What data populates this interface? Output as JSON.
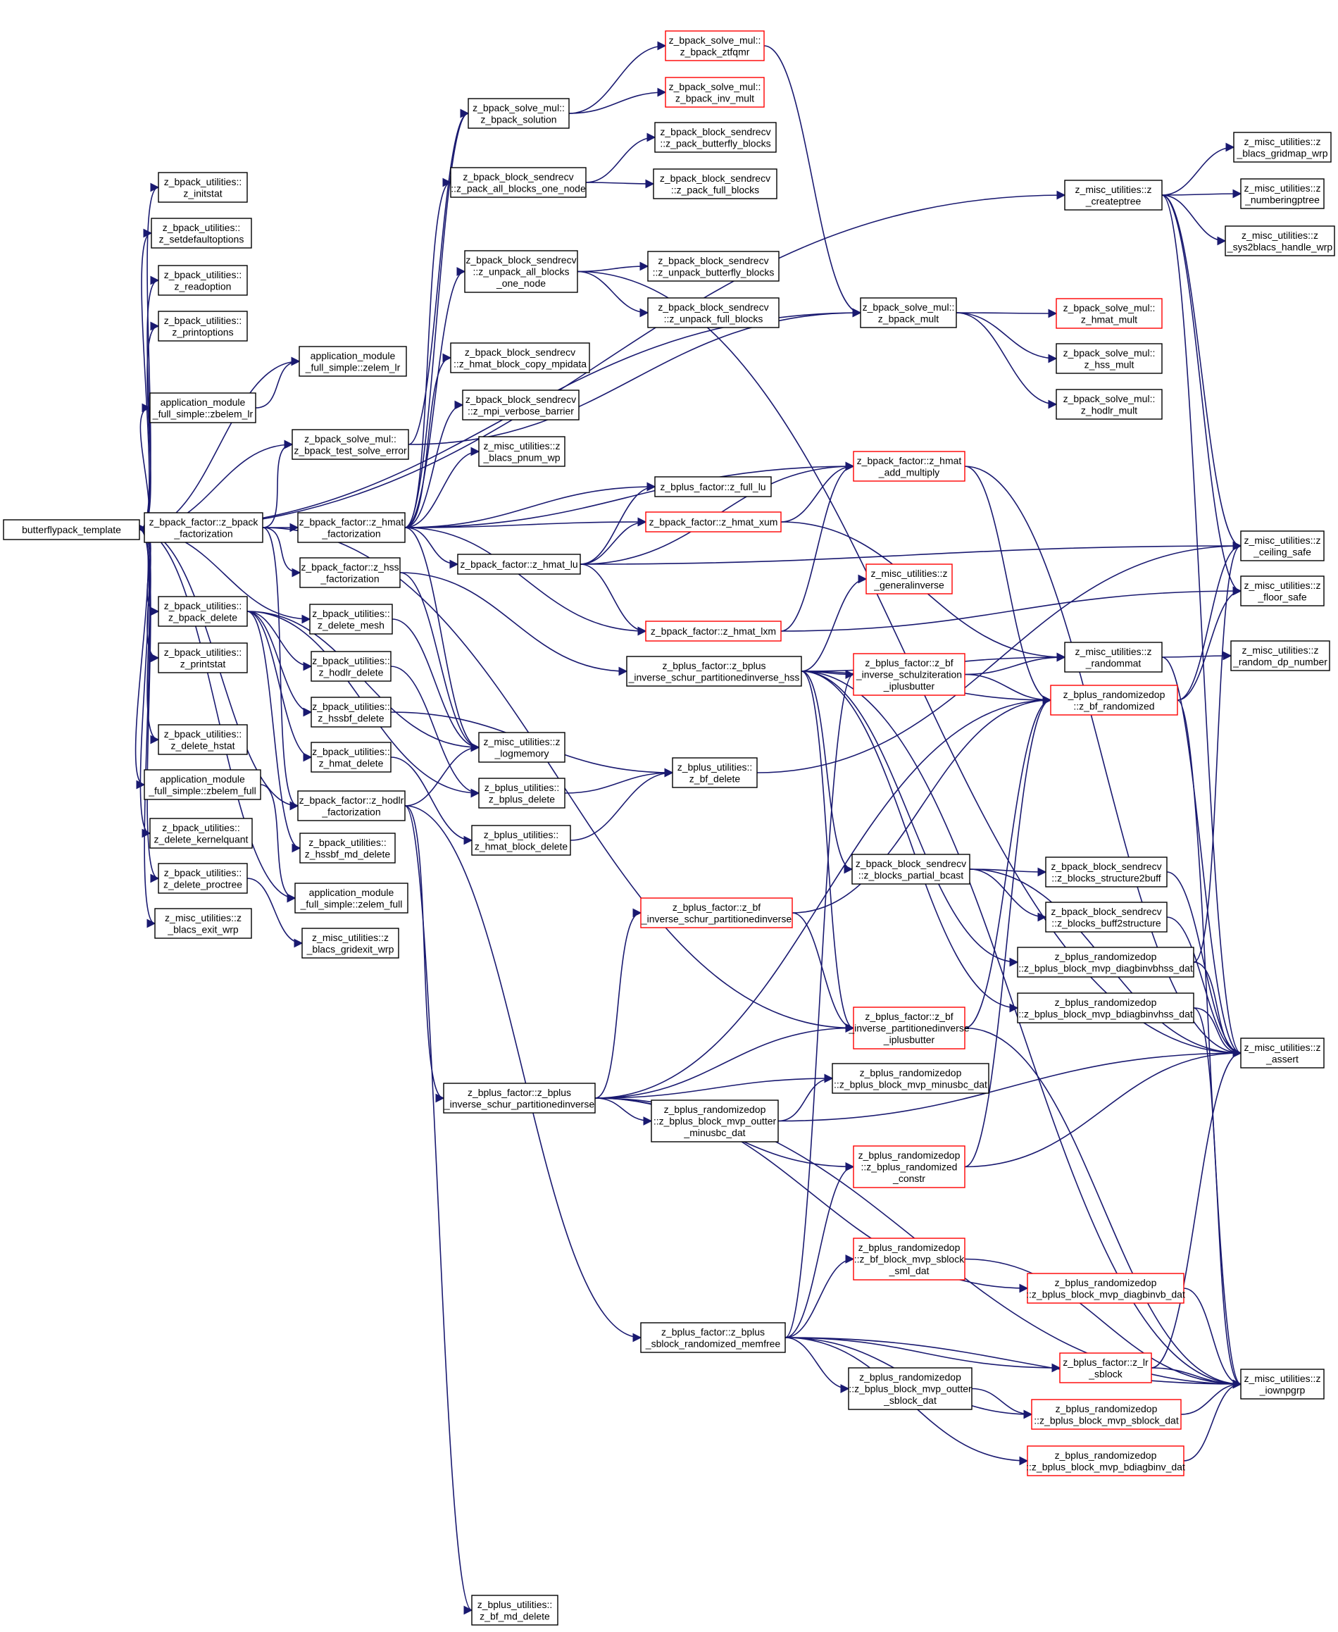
{
  "colors": {
    "edge": "#191970",
    "node_border_normal": "#000000",
    "node_border_truncated": "#ff0000",
    "root_fill": "#bfbfbf"
  },
  "nodes": [
    {
      "id": "root",
      "lines": [
        "butterflypack_template"
      ],
      "style": "root"
    },
    {
      "id": "initstat",
      "lines": [
        "z_bpack_utilities::",
        "z_initstat"
      ],
      "style": "normal"
    },
    {
      "id": "setdef",
      "lines": [
        "z_bpack_utilities::",
        "z_setdefaultoptions"
      ],
      "style": "normal"
    },
    {
      "id": "readopt",
      "lines": [
        "z_bpack_utilities::",
        "z_readoption"
      ],
      "style": "normal"
    },
    {
      "id": "printopt",
      "lines": [
        "z_bpack_utilities::",
        "z_printoptions"
      ],
      "style": "normal"
    },
    {
      "id": "zbelemlr",
      "lines": [
        "application_module",
        "_full_simple::zbelem_lr"
      ],
      "style": "normal"
    },
    {
      "id": "zelemlr",
      "lines": [
        "application_module",
        "_full_simple::zelem_lr"
      ],
      "style": "normal"
    },
    {
      "id": "bpackfact",
      "lines": [
        "z_bpack_factor::z_bpack",
        "_factorization"
      ],
      "style": "normal"
    },
    {
      "id": "bpackdel",
      "lines": [
        "z_bpack_utilities::",
        "z_bpack_delete"
      ],
      "style": "normal"
    },
    {
      "id": "printstat",
      "lines": [
        "z_bpack_utilities::",
        "z_printstat"
      ],
      "style": "normal"
    },
    {
      "id": "delhstat",
      "lines": [
        "z_bpack_utilities::",
        "z_delete_hstat"
      ],
      "style": "normal"
    },
    {
      "id": "zbelemfull",
      "lines": [
        "application_module",
        "_full_simple::zbelem_full"
      ],
      "style": "normal"
    },
    {
      "id": "delkq",
      "lines": [
        "z_bpack_utilities::",
        "z_delete_kernelquant"
      ],
      "style": "normal"
    },
    {
      "id": "delproc",
      "lines": [
        "z_bpack_utilities::",
        "z_delete_proctree"
      ],
      "style": "normal"
    },
    {
      "id": "blacsexit",
      "lines": [
        "z_misc_utilities::z",
        "_blacs_exit_wrp"
      ],
      "style": "normal"
    },
    {
      "id": "zelemfull",
      "lines": [
        "application_module",
        "_full_simple::zelem_full"
      ],
      "style": "normal"
    },
    {
      "id": "gridexit",
      "lines": [
        "z_misc_utilities::z",
        "_blacs_gridexit_wrp"
      ],
      "style": "normal"
    },
    {
      "id": "testsolve",
      "lines": [
        "z_bpack_solve_mul::",
        "z_bpack_test_solve_error"
      ],
      "style": "normal"
    },
    {
      "id": "hmatfact",
      "lines": [
        "z_bpack_factor::z_hmat",
        "_factorization"
      ],
      "style": "normal"
    },
    {
      "id": "hssfact",
      "lines": [
        "z_bpack_factor::z_hss",
        "_factorization"
      ],
      "style": "normal"
    },
    {
      "id": "delmesh",
      "lines": [
        "z_bpack_utilities::",
        "z_delete_mesh"
      ],
      "style": "normal"
    },
    {
      "id": "hodlrdel",
      "lines": [
        "z_bpack_utilities::",
        "z_hodlr_delete"
      ],
      "style": "normal"
    },
    {
      "id": "hssbfdel",
      "lines": [
        "z_bpack_utilities::",
        "z_hssbf_delete"
      ],
      "style": "normal"
    },
    {
      "id": "hmatdel",
      "lines": [
        "z_bpack_utilities::",
        "z_hmat_delete"
      ],
      "style": "normal"
    },
    {
      "id": "hodlrfact",
      "lines": [
        "z_bpack_factor::z_hodlr",
        "_factorization"
      ],
      "style": "normal"
    },
    {
      "id": "hssbfmddel",
      "lines": [
        "z_bpack_utilities::",
        "z_hssbf_md_delete"
      ],
      "style": "normal"
    },
    {
      "id": "solution",
      "lines": [
        "z_bpack_solve_mul::",
        "z_bpack_solution"
      ],
      "style": "normal"
    },
    {
      "id": "packall",
      "lines": [
        "z_bpack_block_sendrecv",
        "::z_pack_all_blocks_one_node"
      ],
      "style": "normal"
    },
    {
      "id": "unpackall",
      "lines": [
        "z_bpack_block_sendrecv",
        "::z_unpack_all_blocks",
        "_one_node"
      ],
      "style": "normal"
    },
    {
      "id": "hmatcopy",
      "lines": [
        "z_bpack_block_sendrecv",
        "::z_hmat_block_copy_mpidata"
      ],
      "style": "normal"
    },
    {
      "id": "mpibarrier",
      "lines": [
        "z_bpack_block_sendrecv",
        "::z_mpi_verbose_barrier"
      ],
      "style": "normal"
    },
    {
      "id": "pnum",
      "lines": [
        "z_misc_utilities::z",
        "_blacs_pnum_wp"
      ],
      "style": "normal"
    },
    {
      "id": "logmem",
      "lines": [
        "z_misc_utilities::z",
        "_logmemory"
      ],
      "style": "normal"
    },
    {
      "id": "bplusdel",
      "lines": [
        "z_bplus_utilities::",
        "z_bplus_delete"
      ],
      "style": "normal"
    },
    {
      "id": "hmatblkdel",
      "lines": [
        "z_bplus_utilities::",
        "z_hmat_block_delete"
      ],
      "style": "normal"
    },
    {
      "id": "bfmddel",
      "lines": [
        "z_bplus_utilities::",
        "z_bf_md_delete"
      ],
      "style": "normal"
    },
    {
      "id": "ztfqmr",
      "lines": [
        "z_bpack_solve_mul::",
        "z_bpack_ztfqmr"
      ],
      "style": "truncated"
    },
    {
      "id": "invmult",
      "lines": [
        "z_bpack_solve_mul::",
        "z_bpack_inv_mult"
      ],
      "style": "truncated"
    },
    {
      "id": "packbf",
      "lines": [
        "z_bpack_block_sendrecv",
        "::z_pack_butterfly_blocks"
      ],
      "style": "normal"
    },
    {
      "id": "packfull",
      "lines": [
        "z_bpack_block_sendrecv",
        "::z_pack_full_blocks"
      ],
      "style": "normal"
    },
    {
      "id": "unpackbf",
      "lines": [
        "z_bpack_block_sendrecv",
        "::z_unpack_butterfly_blocks"
      ],
      "style": "normal"
    },
    {
      "id": "unpackfull",
      "lines": [
        "z_bpack_block_sendrecv",
        "::z_unpack_full_blocks"
      ],
      "style": "normal"
    },
    {
      "id": "fulllu",
      "lines": [
        "z_bplus_factor::z_full_lu"
      ],
      "style": "normal"
    },
    {
      "id": "hmatxum",
      "lines": [
        "z_bpack_factor::z_hmat_xum"
      ],
      "style": "truncated"
    },
    {
      "id": "hmatlu",
      "lines": [
        "z_bpack_factor::z_hmat_lu"
      ],
      "style": "normal"
    },
    {
      "id": "hmatlxm",
      "lines": [
        "z_bpack_factor::z_hmat_lxm"
      ],
      "style": "truncated"
    },
    {
      "id": "invhss",
      "lines": [
        "z_bplus_factor::z_bplus",
        "_inverse_schur_partitionedinverse_hss"
      ],
      "style": "normal"
    },
    {
      "id": "bfdel",
      "lines": [
        "z_bplus_utilities::",
        "z_bf_delete"
      ],
      "style": "normal"
    },
    {
      "id": "partbcast",
      "lines": [
        "z_bpack_block_sendrecv",
        "::z_blocks_partial_bcast"
      ],
      "style": "normal"
    },
    {
      "id": "bfinvpart",
      "lines": [
        "z_bplus_factor::z_bf",
        "_inverse_schur_partitionedinverse"
      ],
      "style": "truncated"
    },
    {
      "id": "invpart",
      "lines": [
        "z_bplus_factor::z_bplus",
        "_inverse_schur_partitionedinverse"
      ],
      "style": "normal"
    },
    {
      "id": "outtermin",
      "lines": [
        "z_bplus_randomizedop",
        "::z_bplus_block_mvp_outter",
        "_minusbc_dat"
      ],
      "style": "normal"
    },
    {
      "id": "memfree",
      "lines": [
        "z_bplus_factor::z_bplus",
        "_sblock_randomized_memfree"
      ],
      "style": "normal"
    },
    {
      "id": "bpackmult",
      "lines": [
        "z_bpack_solve_mul::",
        "z_bpack_mult"
      ],
      "style": "normal"
    },
    {
      "id": "hmatadd",
      "lines": [
        "z_bpack_factor::z_hmat",
        "_add_multiply"
      ],
      "style": "truncated"
    },
    {
      "id": "geninv",
      "lines": [
        "z_misc_utilities::z",
        "_generalinverse"
      ],
      "style": "truncated"
    },
    {
      "id": "schulz",
      "lines": [
        "z_bplus_factor::z_bf",
        "_inverse_schulziteration",
        "_iplusbutter"
      ],
      "style": "truncated"
    },
    {
      "id": "bfiplus",
      "lines": [
        "z_bplus_factor::z_bf",
        "_inverse_partitionedinverse",
        "_iplusbutter"
      ],
      "style": "truncated"
    },
    {
      "id": "minusbc",
      "lines": [
        "z_bplus_randomizedop",
        "::z_bplus_block_mvp_minusbc_dat"
      ],
      "style": "normal"
    },
    {
      "id": "randconstr",
      "lines": [
        "z_bplus_randomizedop",
        "::z_bplus_randomized",
        "_constr"
      ],
      "style": "truncated"
    },
    {
      "id": "sblocksml",
      "lines": [
        "z_bplus_randomizedop",
        "::z_bf_block_mvp_sblock",
        "_sml_dat"
      ],
      "style": "truncated"
    },
    {
      "id": "outtersb",
      "lines": [
        "z_bplus_randomizedop",
        "::z_bplus_block_mvp_outter",
        "_sblock_dat"
      ],
      "style": "normal"
    },
    {
      "id": "createptree",
      "lines": [
        "z_misc_utilities::z",
        "_createptree"
      ],
      "style": "normal"
    },
    {
      "id": "hmatmult",
      "lines": [
        "z_bpack_solve_mul::",
        "z_hmat_mult"
      ],
      "style": "truncated"
    },
    {
      "id": "hssmult",
      "lines": [
        "z_bpack_solve_mul::",
        "z_hss_mult"
      ],
      "style": "normal"
    },
    {
      "id": "hodlrmult",
      "lines": [
        "z_bpack_solve_mul::",
        "z_hodlr_mult"
      ],
      "style": "normal"
    },
    {
      "id": "randommat",
      "lines": [
        "z_misc_utilities::z",
        "_randommat"
      ],
      "style": "normal"
    },
    {
      "id": "bfrand",
      "lines": [
        "z_bplus_randomizedop",
        "::z_bf_randomized"
      ],
      "style": "truncated"
    },
    {
      "id": "struct2buff",
      "lines": [
        "z_bpack_block_sendrecv",
        "::z_blocks_structure2buff"
      ],
      "style": "normal"
    },
    {
      "id": "buff2struct",
      "lines": [
        "z_bpack_block_sendrecv",
        "::z_blocks_buff2structure"
      ],
      "style": "normal"
    },
    {
      "id": "diagbinvbhss",
      "lines": [
        "z_bplus_randomizedop",
        "::z_bplus_block_mvp_diagbinvbhss_dat"
      ],
      "style": "normal"
    },
    {
      "id": "bdiagbinvhss",
      "lines": [
        "z_bplus_randomizedop",
        "::z_bplus_block_mvp_bdiagbinvhss_dat"
      ],
      "style": "normal"
    },
    {
      "id": "diagbinvb",
      "lines": [
        "z_bplus_randomizedop",
        "::z_bplus_block_mvp_diagbinvb_dat"
      ],
      "style": "truncated"
    },
    {
      "id": "lrsblock",
      "lines": [
        "z_bplus_factor::z_lr",
        "_sblock"
      ],
      "style": "truncated"
    },
    {
      "id": "sblockdat",
      "lines": [
        "z_bplus_randomizedop",
        "::z_bplus_block_mvp_sblock_dat"
      ],
      "style": "truncated"
    },
    {
      "id": "bdiagbinv",
      "lines": [
        "z_bplus_randomizedop",
        "::z_bplus_block_mvp_bdiagbinv_dat"
      ],
      "style": "truncated"
    },
    {
      "id": "gridmap",
      "lines": [
        "z_misc_utilities::z",
        "_blacs_gridmap_wrp"
      ],
      "style": "normal"
    },
    {
      "id": "numbering",
      "lines": [
        "z_misc_utilities::z",
        "_numberingptree"
      ],
      "style": "normal"
    },
    {
      "id": "sys2blacs",
      "lines": [
        "z_misc_utilities::z",
        "_sys2blacs_handle_wrp"
      ],
      "style": "normal"
    },
    {
      "id": "ceiling",
      "lines": [
        "z_misc_utilities::z",
        "_ceiling_safe"
      ],
      "style": "normal"
    },
    {
      "id": "floor",
      "lines": [
        "z_misc_utilities::z",
        "_floor_safe"
      ],
      "style": "normal"
    },
    {
      "id": "randdp",
      "lines": [
        "z_misc_utilities::z",
        "_random_dp_number"
      ],
      "style": "normal"
    },
    {
      "id": "assert",
      "lines": [
        "z_misc_utilities::z",
        "_assert"
      ],
      "style": "normal"
    },
    {
      "id": "iownpgrp",
      "lines": [
        "z_misc_utilities::z",
        "_iownpgrp"
      ],
      "style": "normal"
    }
  ],
  "edges": [
    [
      "root",
      "initstat"
    ],
    [
      "root",
      "setdef"
    ],
    [
      "root",
      "readopt"
    ],
    [
      "root",
      "printopt"
    ],
    [
      "root",
      "zbelemlr"
    ],
    [
      "root",
      "zelemlr"
    ],
    [
      "root",
      "bpackfact"
    ],
    [
      "root",
      "bpackdel"
    ],
    [
      "root",
      "printstat"
    ],
    [
      "root",
      "delhstat"
    ],
    [
      "root",
      "zbelemfull"
    ],
    [
      "root",
      "delkq"
    ],
    [
      "root",
      "delproc"
    ],
    [
      "root",
      "blacsexit"
    ],
    [
      "root",
      "zelemfull"
    ],
    [
      "root",
      "testsolve"
    ],
    [
      "root",
      "createptree"
    ],
    [
      "root",
      "delmesh"
    ],
    [
      "root",
      "hodlrfact"
    ],
    [
      "root",
      "bpackmult"
    ],
    [
      "zbelemlr",
      "zelemlr"
    ],
    [
      "zbelemfull",
      "zelemfull"
    ],
    [
      "delproc",
      "gridexit"
    ],
    [
      "bpackfact",
      "hmatfact"
    ],
    [
      "bpackfact",
      "hssfact"
    ],
    [
      "bpackfact",
      "hodlrfact"
    ],
    [
      "bpackfact",
      "testsolve"
    ],
    [
      "bpackfact",
      "bfiplus"
    ],
    [
      "bpackdel",
      "hodlrdel"
    ],
    [
      "bpackdel",
      "hssbfdel"
    ],
    [
      "bpackdel",
      "hmatdel"
    ],
    [
      "bpackdel",
      "hssbfmddel"
    ],
    [
      "bpackdel",
      "logmem"
    ],
    [
      "bpackdel",
      "bplusdel"
    ],
    [
      "testsolve",
      "solution"
    ],
    [
      "testsolve",
      "bpackmult"
    ],
    [
      "hmatfact",
      "solution"
    ],
    [
      "hmatfact",
      "packall"
    ],
    [
      "hmatfact",
      "unpackall"
    ],
    [
      "hmatfact",
      "hmatcopy"
    ],
    [
      "hmatfact",
      "mpibarrier"
    ],
    [
      "hmatfact",
      "pnum"
    ],
    [
      "hmatfact",
      "fulllu"
    ],
    [
      "hmatfact",
      "hmatxum"
    ],
    [
      "hmatfact",
      "hmatlu"
    ],
    [
      "hmatfact",
      "hmatlxm"
    ],
    [
      "hmatfact",
      "hmatadd"
    ],
    [
      "hmatfact",
      "logmem"
    ],
    [
      "hssfact",
      "invhss"
    ],
    [
      "hssfact",
      "logmem"
    ],
    [
      "delmesh",
      "logmem"
    ],
    [
      "hodlrdel",
      "bplusdel"
    ],
    [
      "hssbfdel",
      "bfdel"
    ],
    [
      "hmatdel",
      "hmatblkdel"
    ],
    [
      "hodlrfact",
      "logmem"
    ],
    [
      "hodlrfact",
      "invpart"
    ],
    [
      "hodlrfact",
      "memfree"
    ],
    [
      "hodlrfact",
      "bfmddel"
    ],
    [
      "solution",
      "ztfqmr"
    ],
    [
      "solution",
      "invmult"
    ],
    [
      "packall",
      "packbf"
    ],
    [
      "packall",
      "packfull"
    ],
    [
      "unpackall",
      "unpackbf"
    ],
    [
      "unpackall",
      "unpackfull"
    ],
    [
      "unpackall",
      "assert"
    ],
    [
      "ztfqmr",
      "bpackmult"
    ],
    [
      "bplusdel",
      "bfdel"
    ],
    [
      "hmatblkdel",
      "bfdel"
    ],
    [
      "bfdel",
      "ceiling"
    ],
    [
      "hmatlu",
      "hmatxum"
    ],
    [
      "hmatlu",
      "hmatlxm"
    ],
    [
      "hmatlu",
      "hmatadd"
    ],
    [
      "hmatlu",
      "fulllu"
    ],
    [
      "hmatlu",
      "ceiling"
    ],
    [
      "hmatxum",
      "hmatadd"
    ],
    [
      "hmatxum",
      "randommat"
    ],
    [
      "hmatlxm",
      "hmatadd"
    ],
    [
      "hmatlxm",
      "floor"
    ],
    [
      "hmatadd",
      "bfrand"
    ],
    [
      "hmatadd",
      "assert"
    ],
    [
      "invhss",
      "geninv"
    ],
    [
      "invhss",
      "schulz"
    ],
    [
      "invhss",
      "partbcast"
    ],
    [
      "invhss",
      "bfiplus"
    ],
    [
      "invhss",
      "randommat"
    ],
    [
      "invhss",
      "bfrand"
    ],
    [
      "invhss",
      "diagbinvbhss"
    ],
    [
      "invhss",
      "bdiagbinvhss"
    ],
    [
      "invhss",
      "iownpgrp"
    ],
    [
      "schulz",
      "randommat"
    ],
    [
      "schulz",
      "bfrand"
    ],
    [
      "partbcast",
      "struct2buff"
    ],
    [
      "partbcast",
      "buff2struct"
    ],
    [
      "partbcast",
      "assert"
    ],
    [
      "bfinvpart",
      "bfiplus"
    ],
    [
      "bfinvpart",
      "bfrand"
    ],
    [
      "invpart",
      "bfinvpart"
    ],
    [
      "invpart",
      "bfiplus"
    ],
    [
      "invpart",
      "minusbc"
    ],
    [
      "invpart",
      "outtermin"
    ],
    [
      "invpart",
      "randconstr"
    ],
    [
      "invpart",
      "diagbinvb"
    ],
    [
      "invpart",
      "bfrand"
    ],
    [
      "invpart",
      "iownpgrp"
    ],
    [
      "outtermin",
      "minusbc"
    ],
    [
      "outtermin",
      "assert"
    ],
    [
      "memfree",
      "sblocksml"
    ],
    [
      "memfree",
      "outtersb"
    ],
    [
      "memfree",
      "lrsblock"
    ],
    [
      "memfree",
      "sblockdat"
    ],
    [
      "memfree",
      "bdiagbinv"
    ],
    [
      "memfree",
      "randconstr"
    ],
    [
      "memfree",
      "schulz"
    ],
    [
      "memfree",
      "iownpgrp"
    ],
    [
      "bfiplus",
      "bfrand"
    ],
    [
      "bfiplus",
      "iownpgrp"
    ],
    [
      "randconstr",
      "bfrand"
    ],
    [
      "randconstr",
      "assert"
    ],
    [
      "sblocksml",
      "iownpgrp"
    ],
    [
      "outtersb",
      "sblockdat"
    ],
    [
      "sblockdat",
      "iownpgrp"
    ],
    [
      "bdiagbinv",
      "iownpgrp"
    ],
    [
      "lrsblock",
      "iownpgrp"
    ],
    [
      "lrsblock",
      "assert"
    ],
    [
      "diagbinvb",
      "iownpgrp"
    ],
    [
      "diagbinvbhss",
      "assert"
    ],
    [
      "diagbinvbhss",
      "ceiling"
    ],
    [
      "bdiagbinvhss",
      "assert"
    ],
    [
      "bdiagbinvhss",
      "iownpgrp"
    ],
    [
      "struct2buff",
      "assert"
    ],
    [
      "buff2struct",
      "assert"
    ],
    [
      "bpackmult",
      "hmatmult"
    ],
    [
      "bpackmult",
      "hssmult"
    ],
    [
      "bpackmult",
      "hodlrmult"
    ],
    [
      "createptree",
      "gridmap"
    ],
    [
      "createptree",
      "numbering"
    ],
    [
      "createptree",
      "sys2blacs"
    ],
    [
      "createptree",
      "ceiling"
    ],
    [
      "createptree",
      "floor"
    ],
    [
      "createptree",
      "assert"
    ],
    [
      "randommat",
      "randdp"
    ],
    [
      "randommat",
      "assert"
    ],
    [
      "bfrand",
      "floor"
    ],
    [
      "bfrand",
      "ceiling"
    ],
    [
      "bfrand",
      "iownpgrp"
    ]
  ]
}
